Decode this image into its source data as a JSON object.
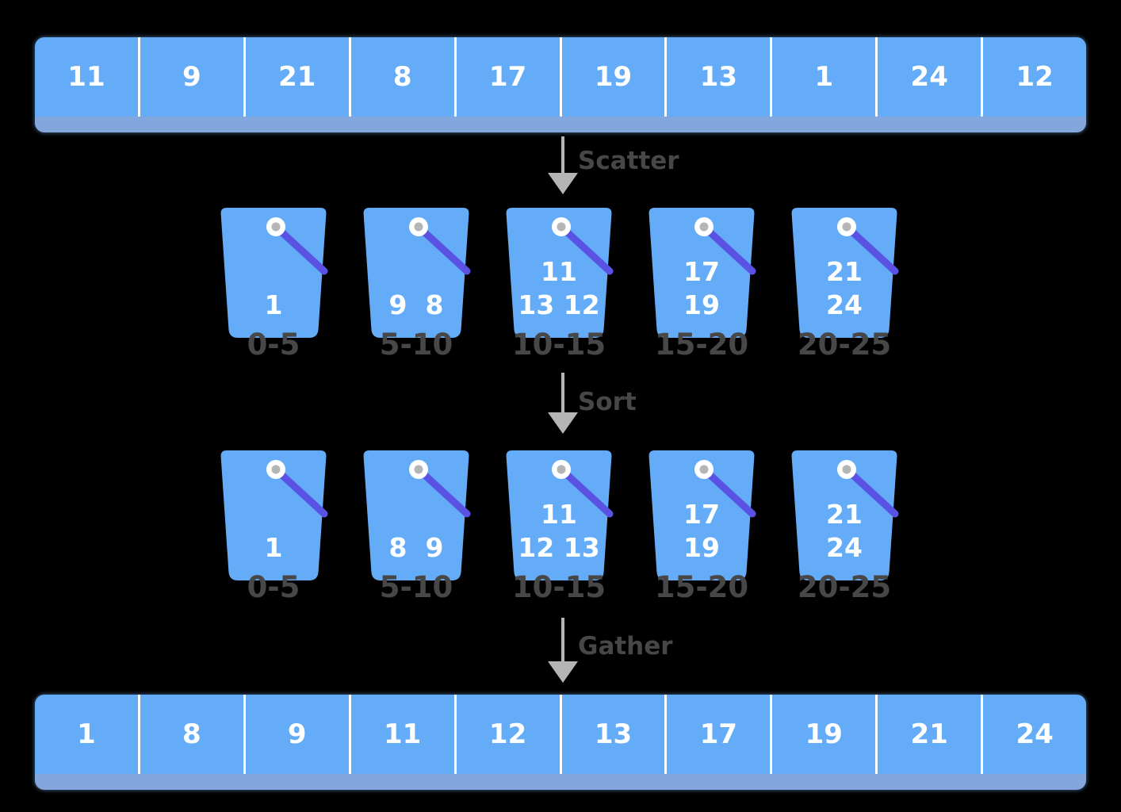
{
  "diagram": "bucket-sort",
  "colors": {
    "background": "#000000",
    "bar_fill": "#64acf7",
    "bar_shadow": "#83a6dc",
    "divider": "#ffffff",
    "value_text": "#ffffff",
    "handle": "#5a52e3",
    "handle_knob_dot": "#b5b5b5",
    "label_text": "#474747",
    "arrow": "#b5b5b5"
  },
  "input_array": {
    "values": [
      "11",
      "9",
      "21",
      "8",
      "17",
      "19",
      "13",
      "1",
      "24",
      "12"
    ]
  },
  "arrows": {
    "scatter": "Scatter",
    "sort": "Sort",
    "gather": "Gather"
  },
  "scatter_buckets": [
    {
      "line1": "",
      "line2": "1",
      "label": "0-5"
    },
    {
      "line1": "",
      "line2": "9  8",
      "label": "5-10"
    },
    {
      "line1": "11",
      "line2": "13 12",
      "label": "10-15"
    },
    {
      "line1": "17",
      "line2": "19",
      "label": "15-20"
    },
    {
      "line1": "21",
      "line2": "24",
      "label": "20-25"
    }
  ],
  "sorted_buckets": [
    {
      "line1": "",
      "line2": "1",
      "label": "0-5"
    },
    {
      "line1": "",
      "line2": "8  9",
      "label": "5-10"
    },
    {
      "line1": "11",
      "line2": "12 13",
      "label": "10-15"
    },
    {
      "line1": "17",
      "line2": "19",
      "label": "15-20"
    },
    {
      "line1": "21",
      "line2": "24",
      "label": "20-25"
    }
  ],
  "output_array": {
    "values": [
      "1",
      "8",
      "9",
      "11",
      "12",
      "13",
      "17",
      "19",
      "21",
      "24"
    ]
  }
}
